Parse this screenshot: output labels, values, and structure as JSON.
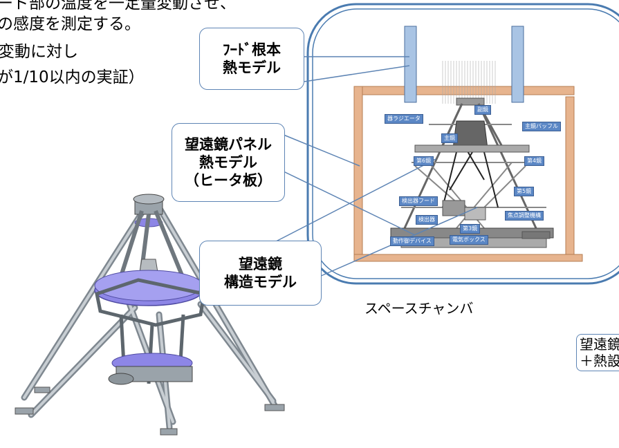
{
  "header_lines": [
    "ード部の温度を一定量変動させ、",
    "の感度を測定する。",
    "変動に対し",
    "が1/10以内の実証）"
  ],
  "callouts": {
    "hood_root": [
      "ﾌｰﾄﾞ根本",
      "熱モデル"
    ],
    "telescope_panel": [
      "望遠鏡パネル",
      "熱モデル",
      "（ヒータ板）"
    ],
    "telescope_structure": [
      "望遠鏡",
      "構造モデル"
    ]
  },
  "chamber_caption": "スペースチャンバ",
  "diagram_labels": {
    "secondary_mirror": "副鏡",
    "radiator": "器ラジエータ",
    "primary_mirror": "主鏡",
    "primary_baffle": "主鏡バッフル",
    "mirror_6": "第6鏡",
    "mirror_4": "第4鏡",
    "mirror_5": "第5鏡",
    "detector_hood": "検出器フード",
    "focus_mechanism": "焦点調整機構",
    "detector": "検出器",
    "mirror_3": "第3鏡",
    "vibration_device": "動作御デバイス",
    "electrical_box": "電気ボックス"
  },
  "right_cut_text": [
    "望遠鏡",
    "＋熱設"
  ],
  "colors": {
    "callout_border": "#5d84b4",
    "chamber_border": "#4a7bb0",
    "frame_orange": "#e7b48e",
    "hood_blue": "#a9c4e4",
    "label_blue": "#5b87c5",
    "mirror_purple": "#8d86e6"
  }
}
